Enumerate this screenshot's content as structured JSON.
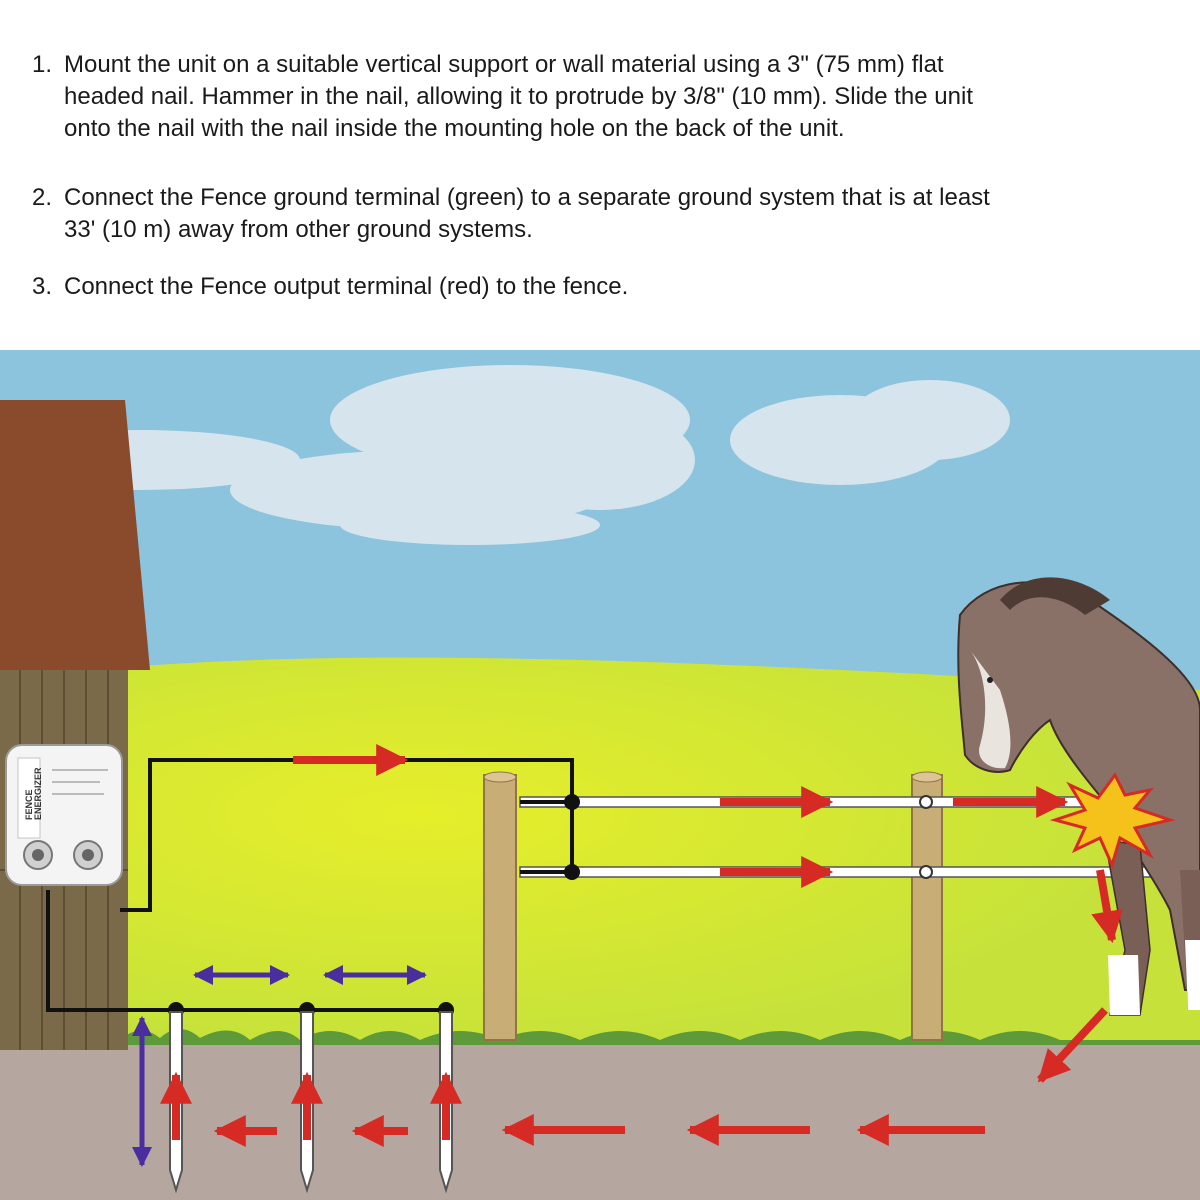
{
  "instructions": {
    "steps": [
      {
        "number": "1.",
        "lines": [
          "Mount the unit on a suitable vertical support or wall material using a 3\" (75 mm) flat",
          "headed nail. Hammer in the nail, allowing it to protrude by 3/8\" (10 mm). Slide the unit",
          "onto the nail with the nail inside the mounting hole on the back of the unit."
        ]
      },
      {
        "number": "2.",
        "lines": [
          "Connect the Fence ground terminal (green) to a separate ground system that is at least",
          "33' (10 m) away from other ground systems."
        ]
      },
      {
        "number": "3.",
        "lines": [
          "Connect the Fence output terminal (red) to the fence."
        ]
      }
    ]
  },
  "energizer": {
    "label_line1": "FENCE",
    "label_line2": "ENERGIZER"
  },
  "colors": {
    "sky": "#8cc4de",
    "grass": "#c6e23a",
    "soil": "#b5a79f",
    "barn_roof": "#8a4a2c",
    "barn_wall": "#7a6a4a",
    "current_arrow": "#d62b24",
    "ground_arrow": "#4a2ea0",
    "wire": "#111111",
    "post": "#c9ad76",
    "horse": "#8a7168",
    "spark": "#f5c21b"
  },
  "icons": [
    "spark-icon",
    "energizer-unit",
    "horse-figure"
  ]
}
